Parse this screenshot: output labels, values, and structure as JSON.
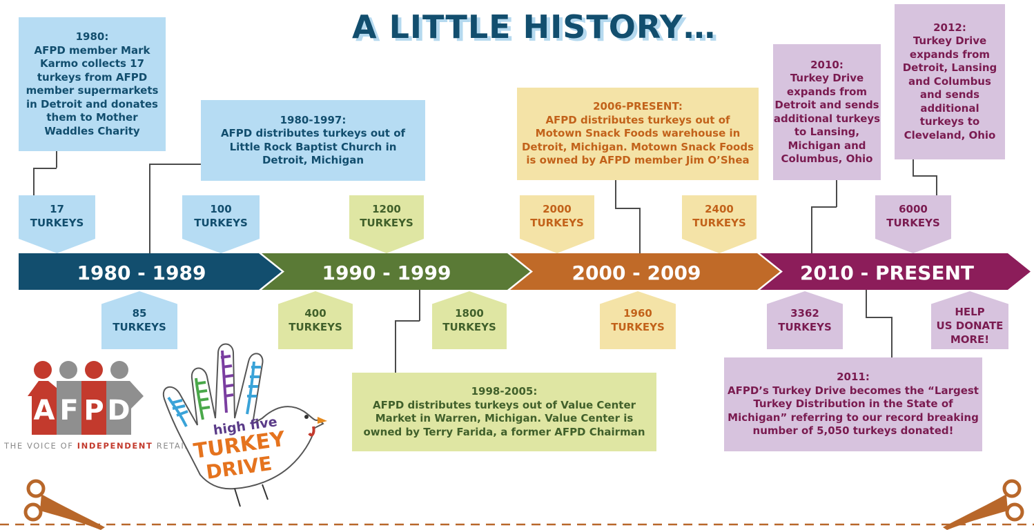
{
  "title": "A LITTLE HISTORY…",
  "colors": {
    "navy": "#124e6e",
    "green": "#5a7a36",
    "orange": "#c06a28",
    "magenta": "#8c1d5a",
    "light_blue": "#b6dcf3",
    "light_green": "#dfe6a3",
    "light_tan": "#f4e3a7",
    "light_purple": "#d7c3de",
    "scissors": "#b8672a"
  },
  "eras": [
    {
      "label": "1980 - 1989"
    },
    {
      "label": "1990 - 1999"
    },
    {
      "label": "2000 - 2009"
    },
    {
      "label": "2010 - PRESENT"
    }
  ],
  "events": {
    "e1980": "1980:\nAFPD member Mark\nKarmo collects 17\nturkeys from AFPD\nmember supermarkets\nin Detroit and donates\nthem to Mother\nWaddles Charity",
    "e1980_1997": "1980-1997:\nAFPD distributes turkeys out of\nLittle Rock Baptist Church in\nDetroit, Michigan",
    "e2006": "2006-PRESENT:\nAFPD distributes turkeys out of\nMotown Snack Foods warehouse in\nDetroit, Michigan.  Motown Snack Foods\nis owned by AFPD member Jim O’Shea",
    "e2010": "2010:\nTurkey Drive\nexpands from\nDetroit and sends\nadditional turkeys\nto Lansing,\nMichigan and\nColumbus, Ohio",
    "e2012": "2012:\nTurkey Drive\nexpands from\nDetroit, Lansing\nand Columbus\nand sends\nadditional\nturkeys to\nCleveland, Ohio",
    "e1998_2005": "1998-2005:\nAFPD distributes turkeys out of Value Center\nMarket in Warren, Michigan.  Value Center is\nowned by Terry Farida, a former AFPD Chairman",
    "e2011": "2011:\nAFPD’s Turkey Drive becomes the “Largest\nTurkey Distribution in the State of\nMichigan” referring to our record breaking\nnumber of 5,050 turkeys donated!"
  },
  "counts": {
    "c17": "17\nTURKEYS",
    "c100": "100\nTURKEYS",
    "c1200": "1200\nTURKEYS",
    "c2000": "2000\nTURKEYS",
    "c2400": "2400\nTURKEYS",
    "c6000": "6000\nTURKEYS",
    "c85": "85\nTURKEYS",
    "c400": "400\nTURKEYS",
    "c1800": "1800\nTURKEYS",
    "c1960": "1960\nTURKEYS",
    "c3362": "3362\nTURKEYS",
    "help": "HELP\nUS DONATE\nMORE!"
  },
  "logo": {
    "letters": [
      "A",
      "F",
      "P",
      "D"
    ],
    "tagline_pre": "THE VOICE OF ",
    "tagline_bold": "INDEPENDENT",
    "tagline_post": " RETAILERS"
  },
  "turkey_logo": {
    "line1": "high five",
    "line2": "TURKEY",
    "line3": "DRIVE"
  }
}
